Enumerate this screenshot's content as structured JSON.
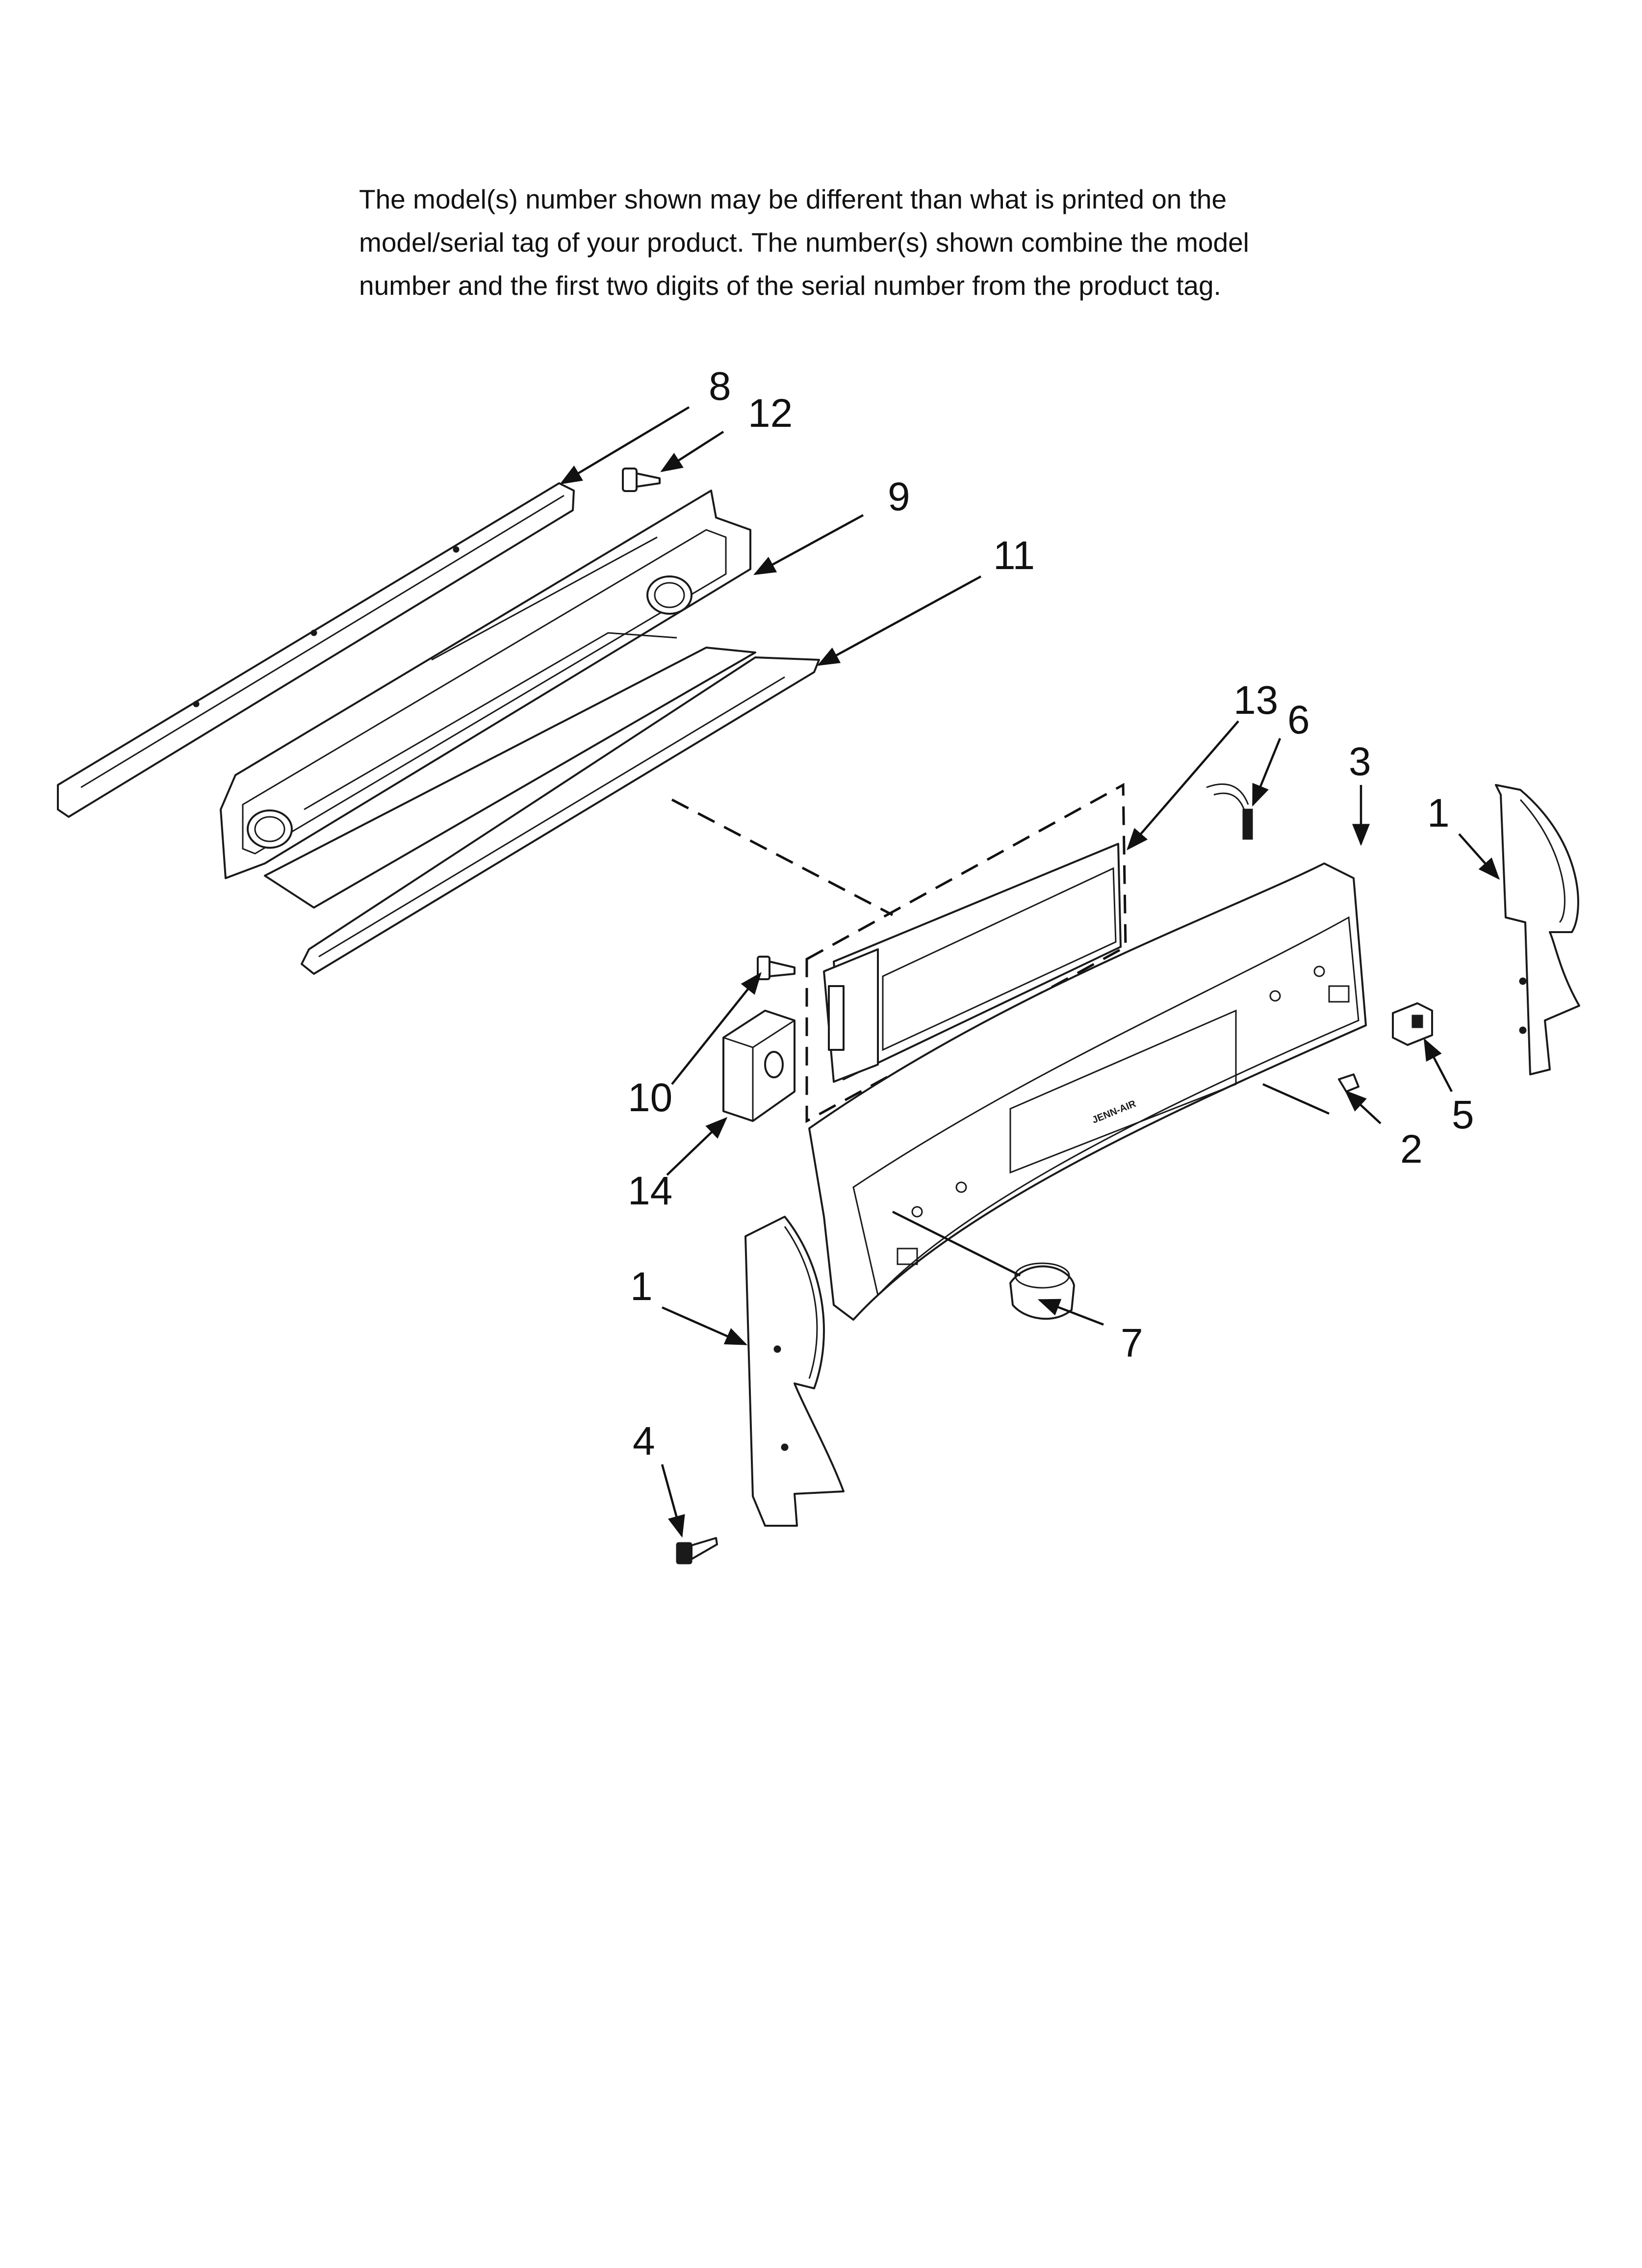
{
  "notice": {
    "lines": [
      "The model(s) number shown may be different than what is printed on the",
      "model/serial tag of your product. The number(s) shown combine the model",
      "number and the first two digits of the serial number from the product tag."
    ]
  },
  "callouts": {
    "c8": "8",
    "c12": "12",
    "c9": "9",
    "c11": "11",
    "c13": "13",
    "c6": "6",
    "c3": "3",
    "c1_right": "1",
    "c5": "5",
    "c2": "2",
    "c10": "10",
    "c14": "14",
    "c1_left": "1",
    "c7": "7",
    "c4": "4"
  },
  "brand_mark": "JENN-AIR",
  "colors": {
    "line": "#1a1a1a",
    "background": "#ffffff"
  }
}
